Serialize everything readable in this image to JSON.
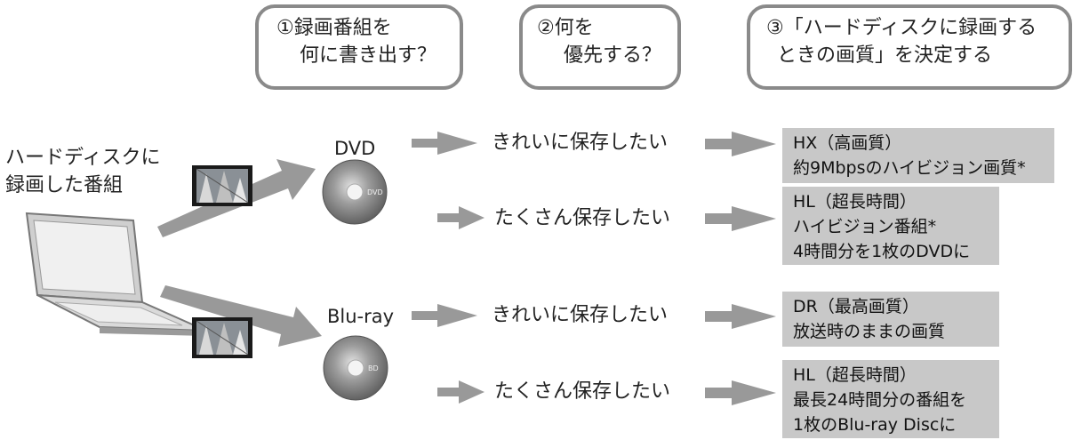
{
  "steps": [
    {
      "line1": "①録画番組を",
      "line2": "何に書き出す？"
    },
    {
      "line1": "②何を",
      "line2": "優先する？"
    },
    {
      "line1": "③「ハードディスクに録画する",
      "line2": "ときの画質」を決定する"
    }
  ],
  "source": {
    "line1": "ハードディスクに",
    "line2": "録画した番組"
  },
  "media": {
    "dvd": "DVD",
    "bluray": "Blu-ray"
  },
  "disc_labels": {
    "dvd": "DVD",
    "bluray": "BD"
  },
  "priorities": {
    "quality": "きれいに保存したい",
    "quantity": "たくさん保存したい"
  },
  "results": [
    {
      "lines": [
        "HX（高画質）",
        "約9Mbpsのハイビジョン画質*"
      ]
    },
    {
      "lines": [
        "HL（超長時間）",
        "ハイビジョン番組*",
        "4時間分を1枚のDVDに"
      ]
    },
    {
      "lines": [
        "DR（最高画質）",
        "放送時のままの画質"
      ]
    },
    {
      "lines": [
        "HL（超長時間）",
        "最長24時間分の番組を",
        "1枚のBlu-ray Discに"
      ]
    }
  ],
  "colors": {
    "arrow": "#999999",
    "box_border": "#8a8a8a",
    "result_bg": "#c8c8c8"
  }
}
